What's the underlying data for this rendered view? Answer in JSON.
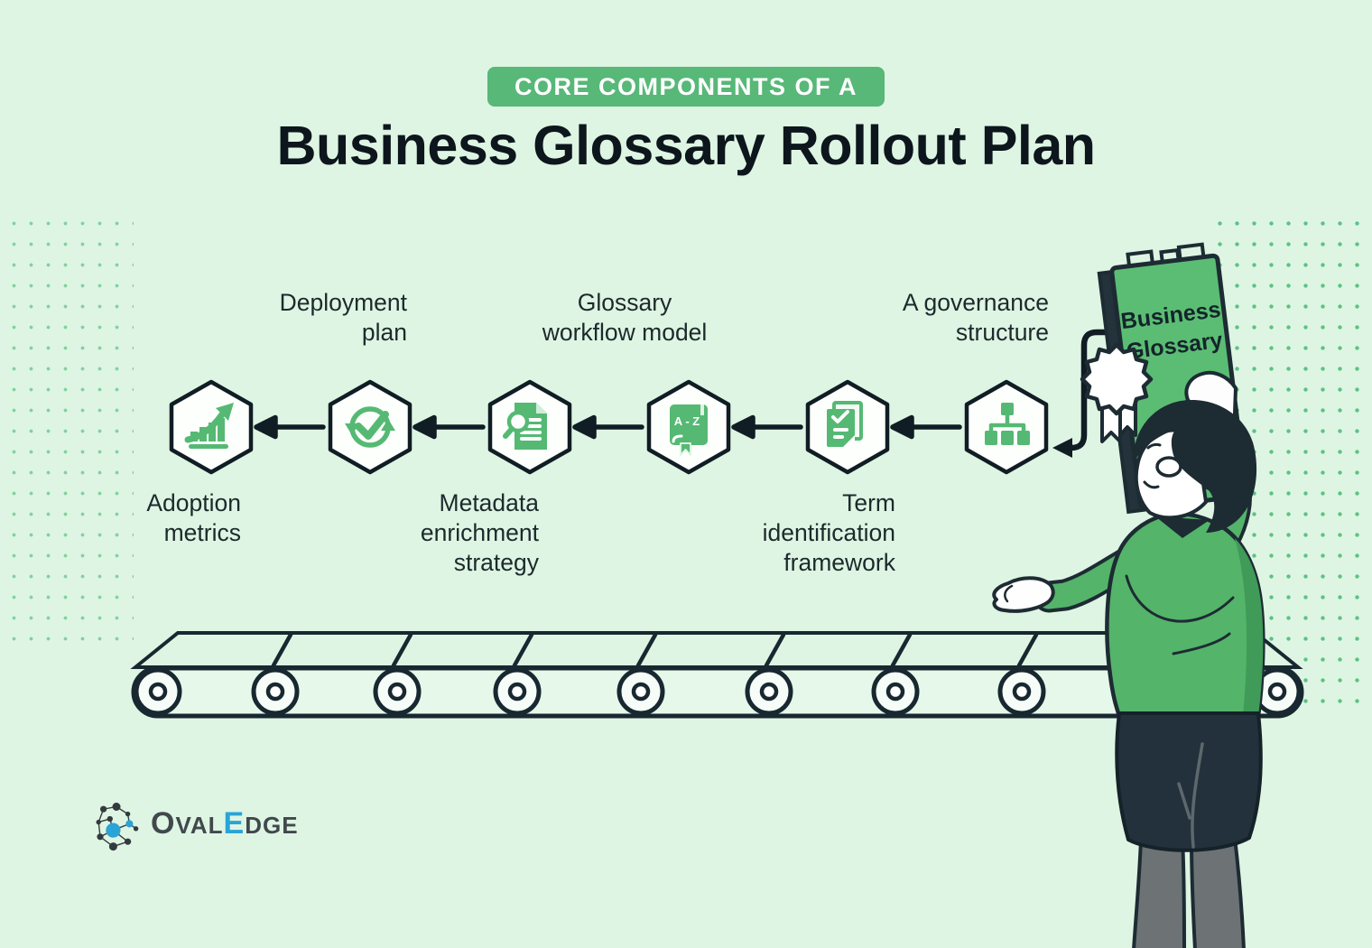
{
  "header": {
    "badge": "CORE COMPONENTS OF A",
    "title": "Business Glossary Rollout Plan"
  },
  "flow": {
    "direction": "right-to-left",
    "az_icon_text": "A - Z",
    "steps": [
      {
        "label": "Adoption metrics",
        "icon": "growth-chart-icon",
        "label_position": "below"
      },
      {
        "label": "Deployment plan",
        "icon": "refresh-check-icon",
        "label_position": "above"
      },
      {
        "label": "Metadata enrichment strategy",
        "icon": "document-magnifier-icon",
        "label_position": "below"
      },
      {
        "label": "Glossary workflow model",
        "icon": "a-z-dictionary-icon",
        "label_position": "above"
      },
      {
        "label": "Term identification framework",
        "icon": "checklist-pages-icon",
        "label_position": "below"
      },
      {
        "label": "A governance structure",
        "icon": "org-chart-icon",
        "label_position": "above"
      }
    ]
  },
  "illustration": {
    "book_line1": "Business",
    "book_line2": "Glossary",
    "figure": "woman holding Business Glossary book above conveyor belt"
  },
  "logo": {
    "name": "OvalEdge",
    "seg1": "O",
    "seg2": "VAL",
    "seg3": "E",
    "seg4": "DGE"
  },
  "colors": {
    "background": "#def5e3",
    "badge_green": "#57b878",
    "icon_green": "#55b974",
    "book_green": "#5bbd73",
    "outline_dark": "#1d2b33",
    "title_color": "#0c161c",
    "label_color": "#1c2a2c",
    "logo_blue": "#2aa4d6"
  }
}
